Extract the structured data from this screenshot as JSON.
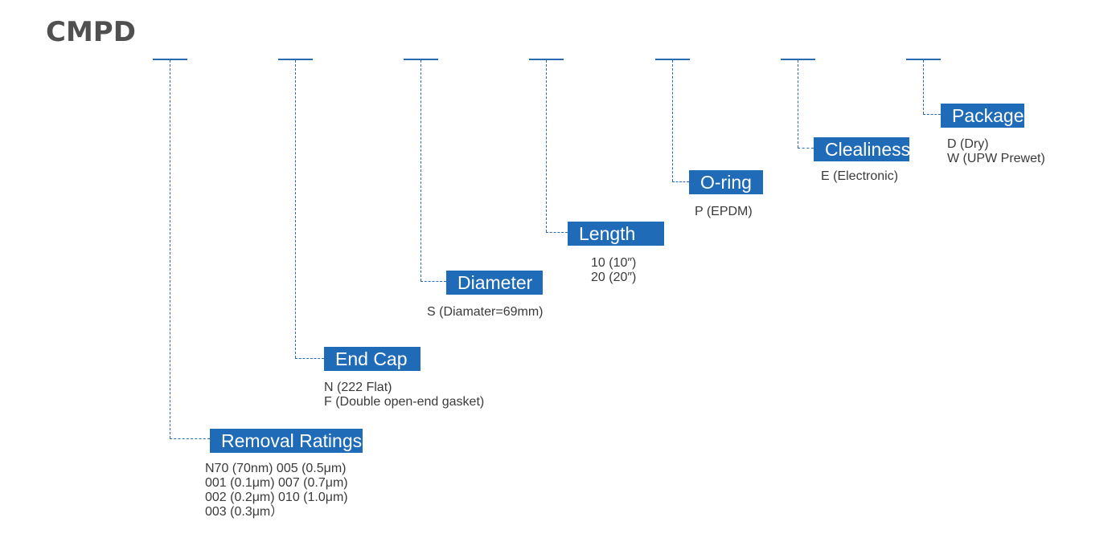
{
  "title": "CMPD",
  "accent_color": "#1f6bb8",
  "segments": [
    {
      "label": "Removal Ratings",
      "options": [
        "N70 (70nm)  005 (0.5μm)",
        "001 (0.1μm)  007 (0.7μm)",
        "002 (0.2μm)  010 (1.0μm)",
        "003 (0.3μm）"
      ]
    },
    {
      "label": "End Cap",
      "options": [
        "N (222 Flat)",
        "F (Double open-end gasket)"
      ]
    },
    {
      "label": "Diameter",
      "options": [
        "S (Diamater=69mm)"
      ]
    },
    {
      "label": "Length",
      "options": [
        "10 (10″)",
        "20 (20″)"
      ]
    },
    {
      "label": "O-ring",
      "options": [
        "P (EPDM)"
      ]
    },
    {
      "label": "Clealiness",
      "options": [
        "E (Electronic)"
      ]
    },
    {
      "label": "Package",
      "options": [
        "D (Dry)",
        "W (UPW Prewet)"
      ]
    }
  ]
}
